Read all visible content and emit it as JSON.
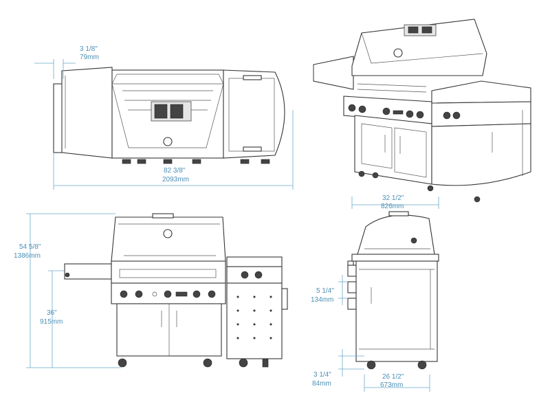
{
  "dimensions": {
    "top_handle_in": "3 1/8\"",
    "top_handle_mm": "79mm",
    "top_width_in": "82 3/8\"",
    "top_width_mm": "2093mm",
    "side_depth_in": "32 1/2\"",
    "side_depth_mm": "826mm",
    "front_height_total_in": "54 5/8\"",
    "front_height_total_mm": "1386mm",
    "front_counter_in": "36\"",
    "front_counter_mm": "915mm",
    "side_shelf_in": "5 1/4\"",
    "side_shelf_mm": "134mm",
    "side_caster_in": "3 1/4\"",
    "side_caster_mm": "84mm",
    "side_base_in": "26 1/2\"",
    "side_base_mm": "673mm"
  },
  "views": {
    "top": "top-view",
    "iso": "isometric-view",
    "front": "front-view",
    "side": "side-view"
  },
  "colors": {
    "dimension": "#4a8fb5",
    "line": "#333333"
  }
}
